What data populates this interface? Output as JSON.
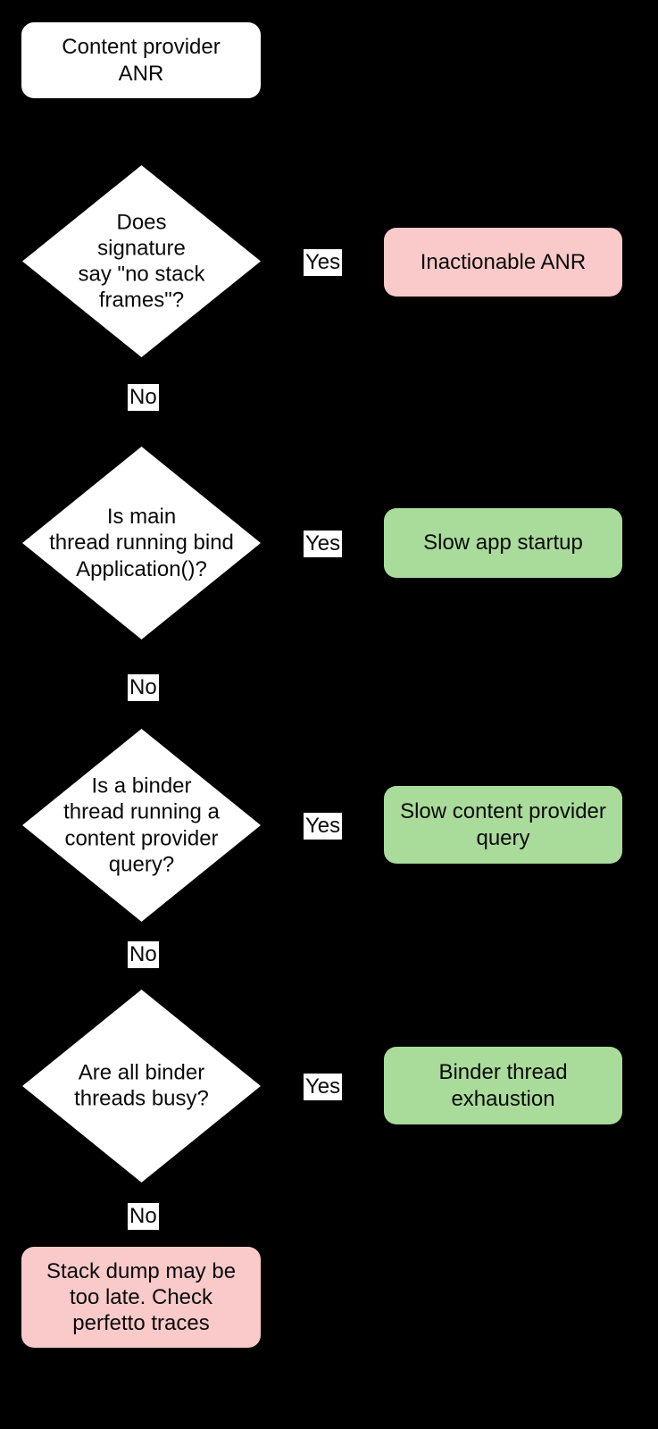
{
  "diagram": {
    "title": "Content provider ANR triage flowchart",
    "background_color": "#000000",
    "colors": {
      "start_box": "#ffffff",
      "decision": "#ffffff",
      "inactionable": "#fac9c9",
      "actionable": "#a9db9b",
      "text": "#0a0a0a",
      "edge_label_background": "#ffffff"
    },
    "start": {
      "label": "Content provider\nANR"
    },
    "decisions": [
      {
        "id": "d1",
        "label": "Does\nsignature\nsay \"no stack\nframes\"?"
      },
      {
        "id": "d2",
        "label": "Is main\nthread running bind\nApplication()?"
      },
      {
        "id": "d3",
        "label": "Is a binder\nthread running a\ncontent provider\nquery?"
      },
      {
        "id": "d4",
        "label": "Are all binder\nthreads busy?"
      }
    ],
    "outcomes": [
      {
        "id": "o1",
        "label": "Inactionable ANR",
        "color": "pink"
      },
      {
        "id": "o2",
        "label": "Slow app startup",
        "color": "green"
      },
      {
        "id": "o3",
        "label": "Slow content provider\nquery",
        "color": "green"
      },
      {
        "id": "o4",
        "label": "Binder thread\nexhaustion",
        "color": "green"
      },
      {
        "id": "o5",
        "label": "Stack dump may be\ntoo late. Check\nperfetto traces",
        "color": "pink"
      }
    ],
    "edge_labels": {
      "yes1": "Yes",
      "yes2": "Yes",
      "yes3": "Yes",
      "yes4": "Yes",
      "no1": "No",
      "no2": "No",
      "no3": "No",
      "no4": "No"
    }
  }
}
